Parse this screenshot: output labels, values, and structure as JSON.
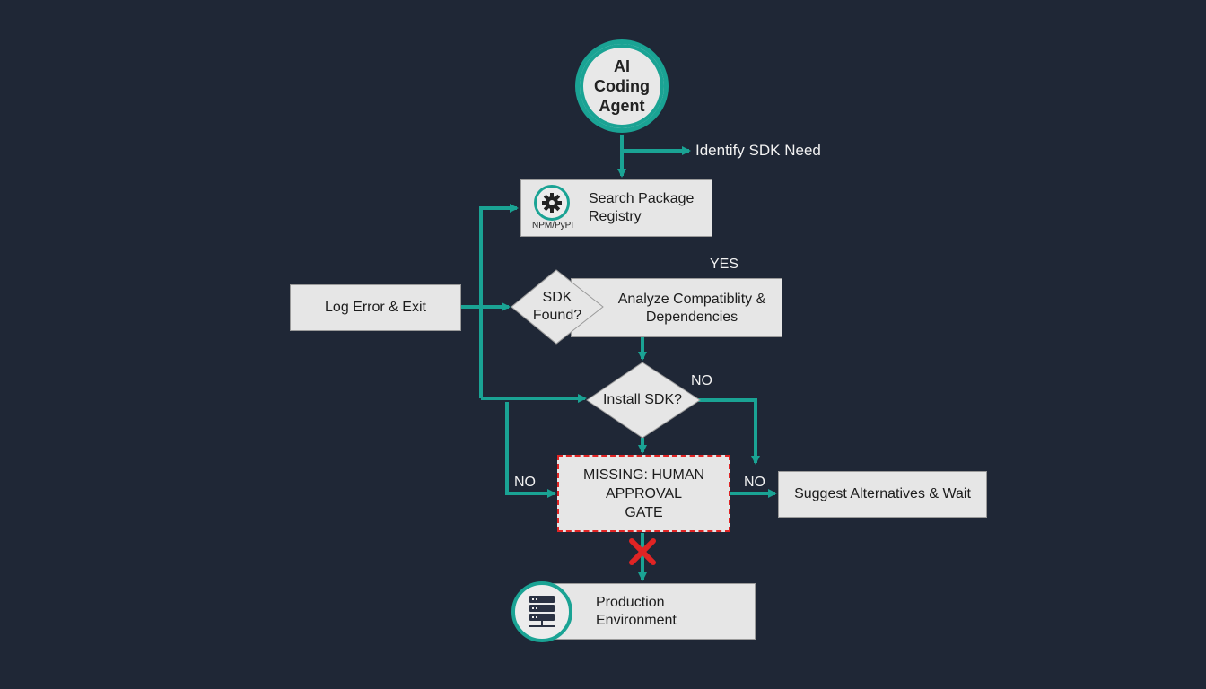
{
  "start": {
    "line1": "AI",
    "line2": "Coding",
    "line3": "Agent"
  },
  "identify": {
    "label": "Identify SDK Need"
  },
  "search": {
    "line1": "Search Package",
    "line2": "Registry",
    "badge": "NPM/PyPI",
    "icon": "gear-icon"
  },
  "yes_label": "YES",
  "log": {
    "label": "Log Error & Exit"
  },
  "sdk_found": {
    "line1": "SDK",
    "line2": "Found?"
  },
  "analyze": {
    "line1": "Analyze Compatiblity &",
    "line2": "Dependencies"
  },
  "install": {
    "label": "Install SDK?"
  },
  "no_right": "NO",
  "no_left": "NO",
  "no_mid": "NO",
  "gate": {
    "line1": "MISSING: HUMAN",
    "line2": "APPROVAL",
    "line3": "GATE"
  },
  "suggest": {
    "label": "Suggest Alternatives & Wait"
  },
  "production": {
    "line1": "Production",
    "line2": "Environment",
    "icon": "server-icon"
  },
  "colors": {
    "background": "#1f2736",
    "accent": "#1aa394",
    "box": "#e6e6e6",
    "error": "#e02424"
  }
}
